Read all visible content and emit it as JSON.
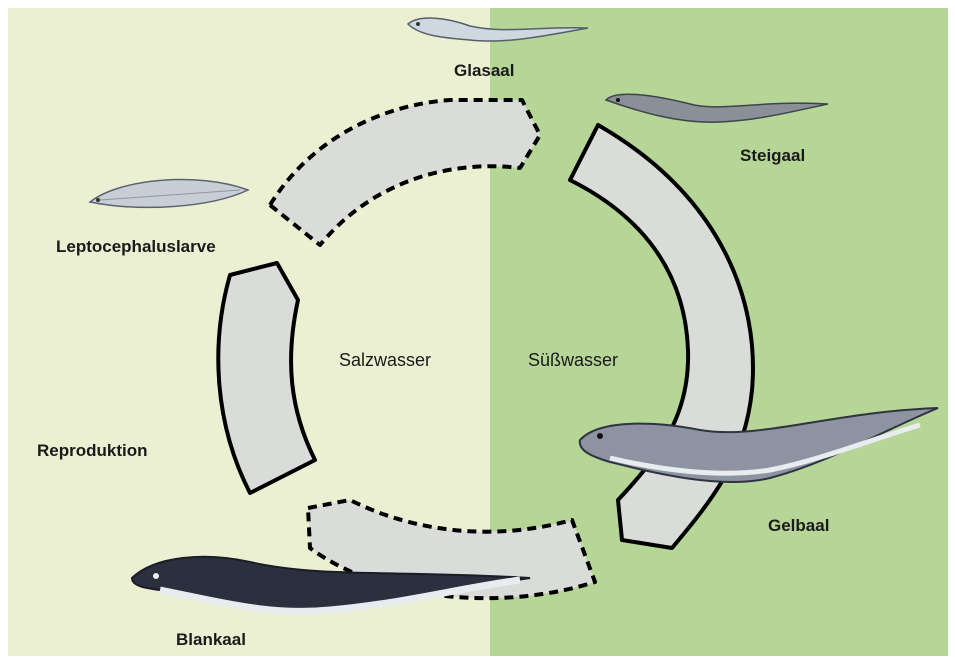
{
  "regions": {
    "salt": "Salzwasser",
    "fresh": "Süßwasser"
  },
  "stages": {
    "glasaal": "Glasaal",
    "steigaal": "Steigaal",
    "gelbaal": "Gelbaal",
    "blankaal": "Blankaal",
    "leptocephaluslarve": "Leptocephaluslarve",
    "reproduktion": "Reproduktion"
  },
  "colors": {
    "salt_background": "#ecf0d2",
    "fresh_background": "#b6d697",
    "arc_fill": "#d9dcd9",
    "arc_stroke": "#000000"
  }
}
